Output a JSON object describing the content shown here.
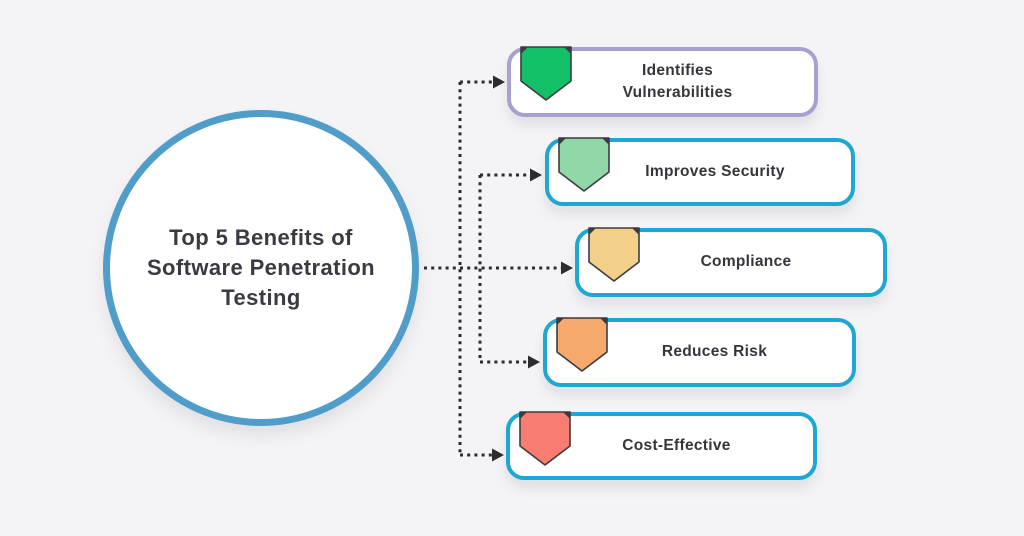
{
  "title": "Top 5 Benefits of\nSoftware Penetration\nTesting",
  "benefits": [
    {
      "label": "Identifies\nVulnerabilities",
      "icon": "banner-ribbon-icon",
      "icon_color": "#12c068",
      "border_color": "#a8a1d0"
    },
    {
      "label": "Improves Security",
      "icon": "banner-ribbon-icon",
      "icon_color": "#92d7a7",
      "border_color": "#1ea7d2"
    },
    {
      "label": "Compliance",
      "icon": "banner-ribbon-icon",
      "icon_color": "#f4cf8a",
      "border_color": "#1ea7d2"
    },
    {
      "label": "Reduces Risk",
      "icon": "banner-ribbon-icon",
      "icon_color": "#f6a96d",
      "border_color": "#1ea7d2"
    },
    {
      "label": "Cost-Effective",
      "icon": "banner-ribbon-icon",
      "icon_color": "#f87c72",
      "border_color": "#1ea7d2"
    }
  ],
  "colors": {
    "background": "#f4f4f6",
    "circle_border": "#4f9dc8",
    "connector": "#2d2d2f",
    "text": "#35353e"
  }
}
